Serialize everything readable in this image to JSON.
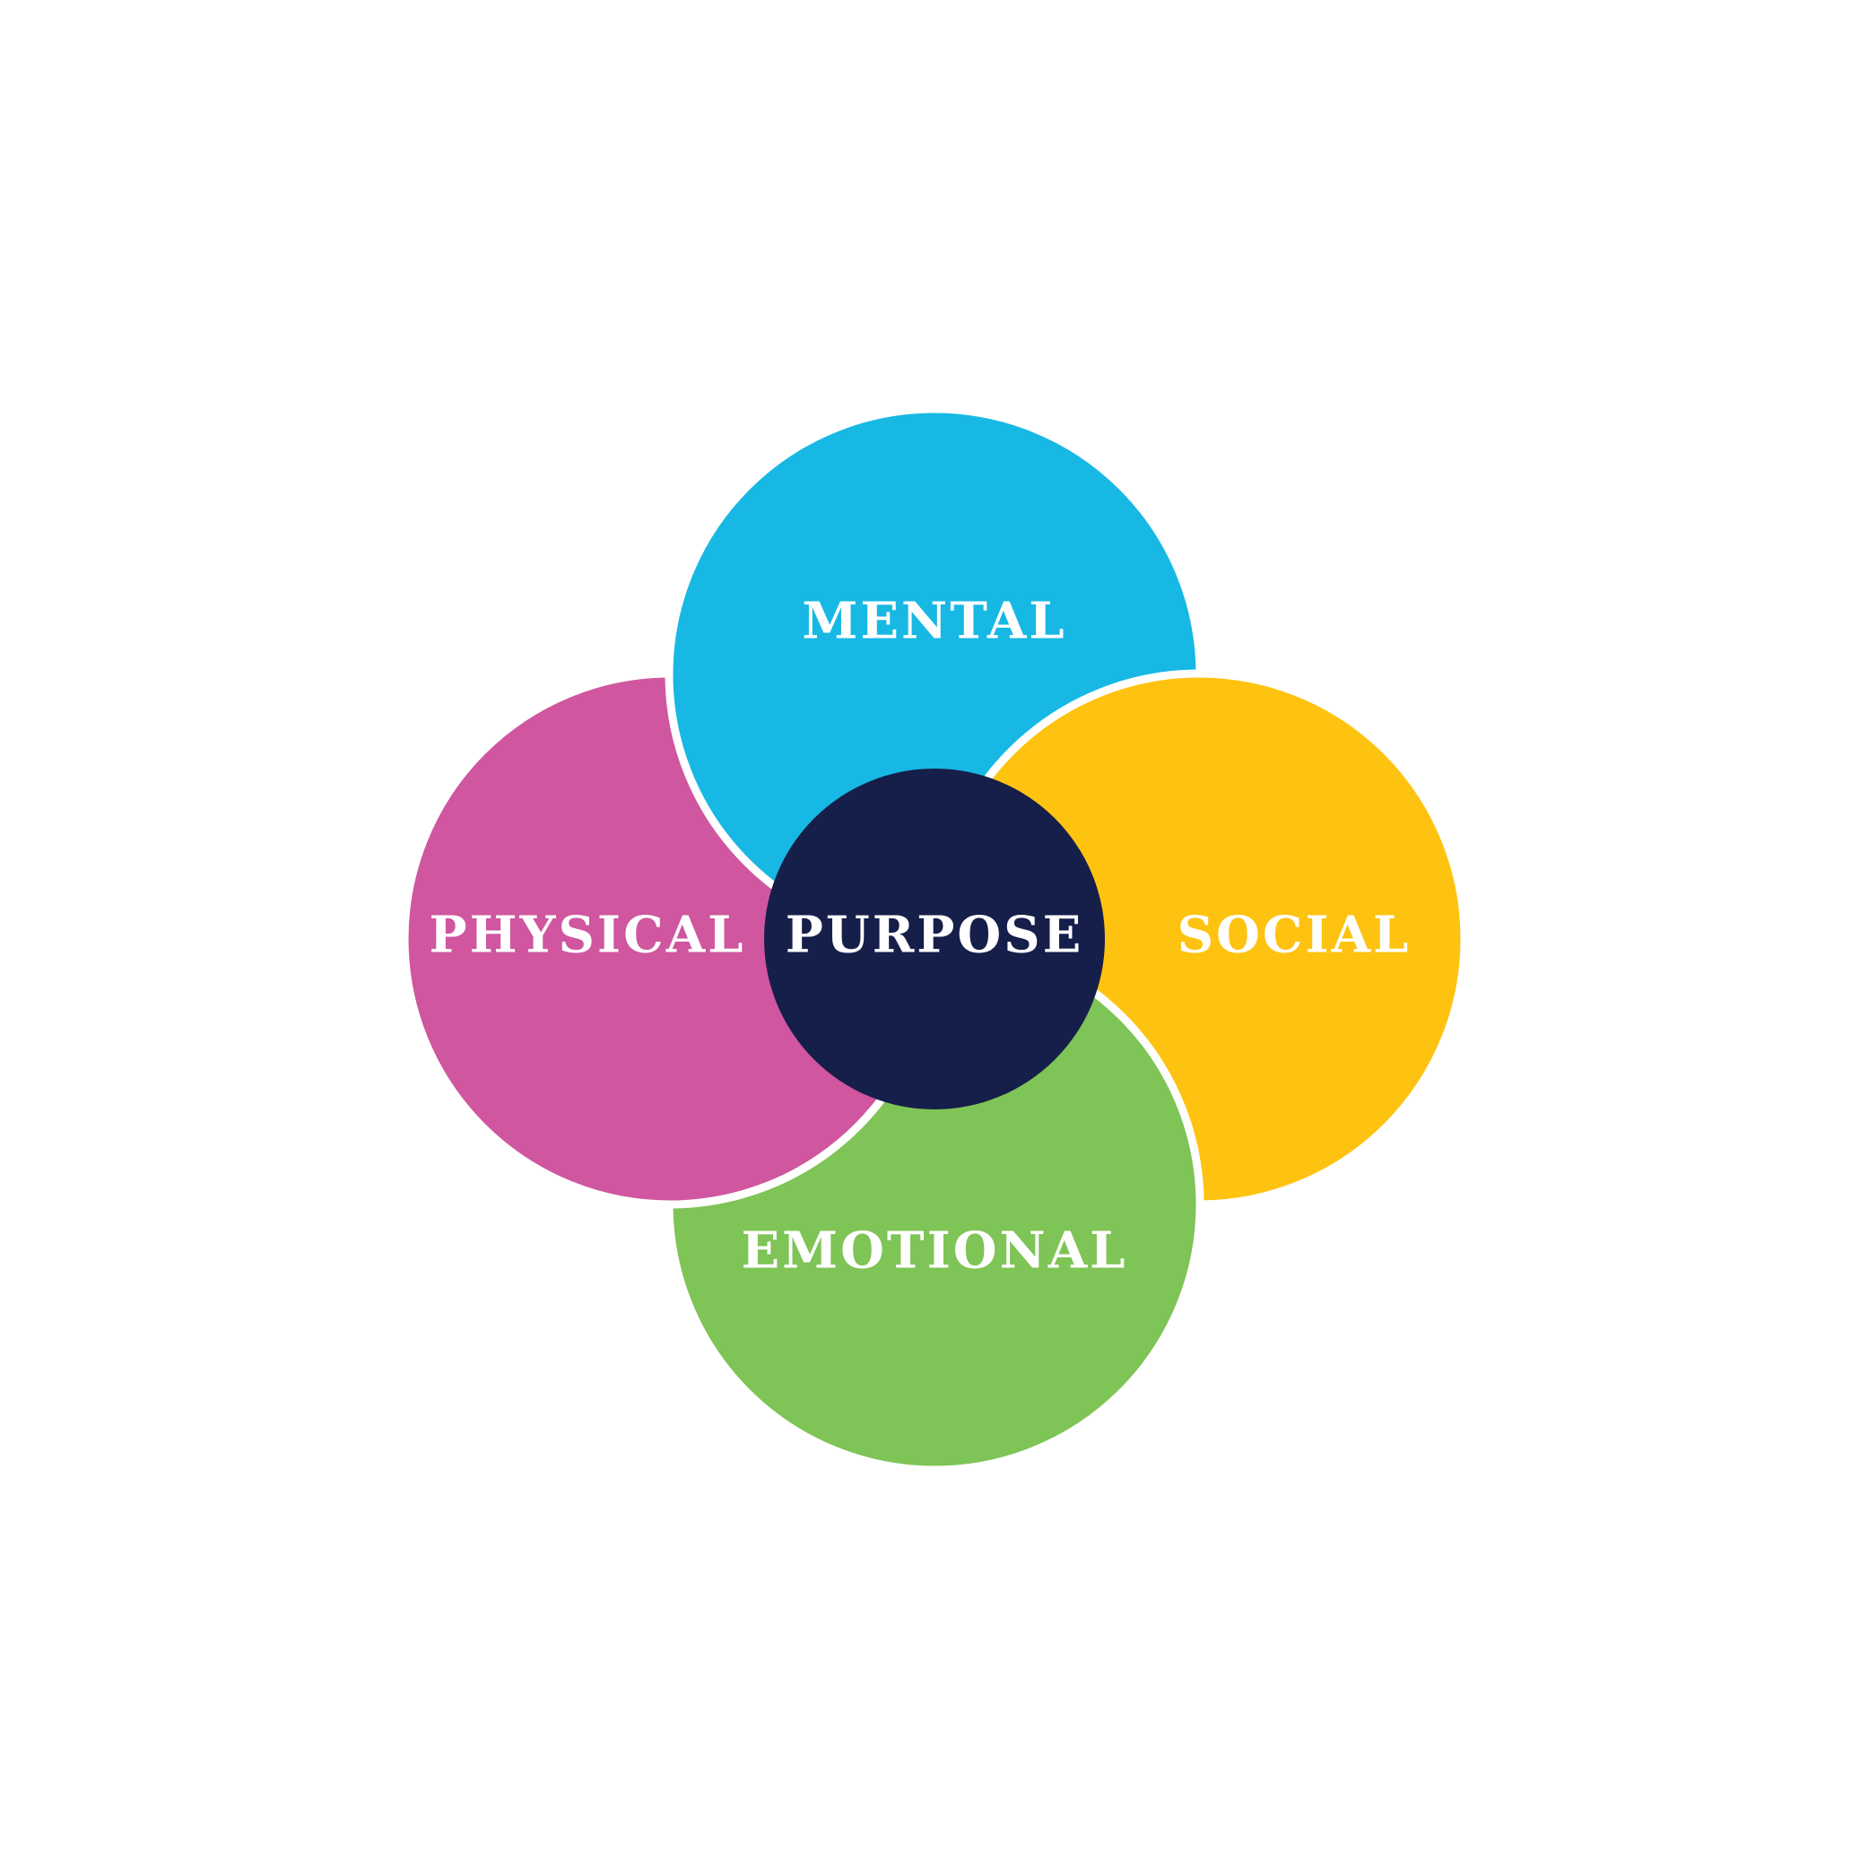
{
  "center": {
    "label": "PURPOSE",
    "color": "#161e4a"
  },
  "petals": {
    "mental": {
      "label": "MENTAL",
      "color": "#17b8e3"
    },
    "social": {
      "label": "SOCIAL",
      "color": "#fec311"
    },
    "emotional": {
      "label": "EMOTIONAL",
      "color": "#7fc456"
    },
    "physical": {
      "label": "PHYSICAL",
      "color": "#cf569f"
    }
  }
}
